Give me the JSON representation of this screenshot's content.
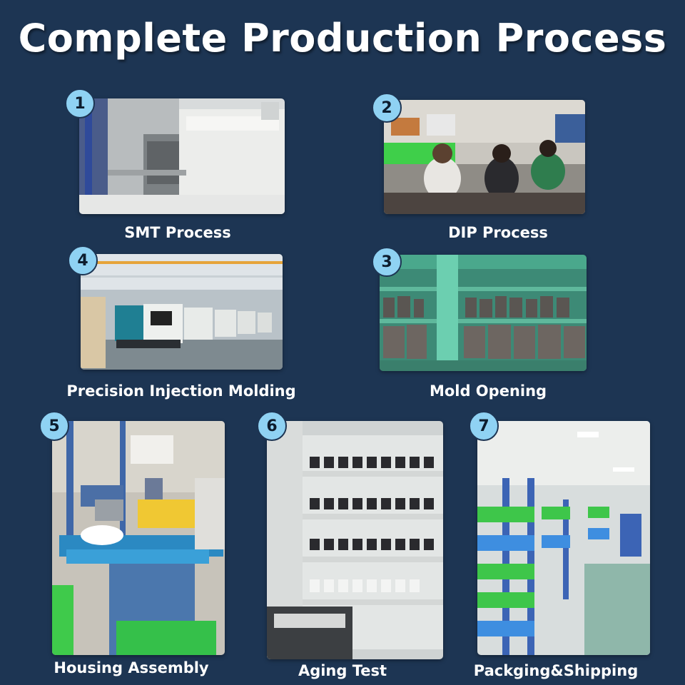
{
  "page": {
    "title": "Complete Production Process"
  },
  "steps": [
    {
      "number": "1",
      "caption": "SMT Process"
    },
    {
      "number": "2",
      "caption": "DIP Process"
    },
    {
      "number": "4",
      "caption": "Precision Injection Molding"
    },
    {
      "number": "3",
      "caption": "Mold Opening"
    },
    {
      "number": "5",
      "caption": "Housing Assembly"
    },
    {
      "number": "6",
      "caption": "Aging Test"
    },
    {
      "number": "7",
      "caption": "Packging&Shipping"
    }
  ],
  "colors": {
    "background": "#1d3553",
    "badge": "#8fd2f3",
    "text": "#ffffff"
  }
}
